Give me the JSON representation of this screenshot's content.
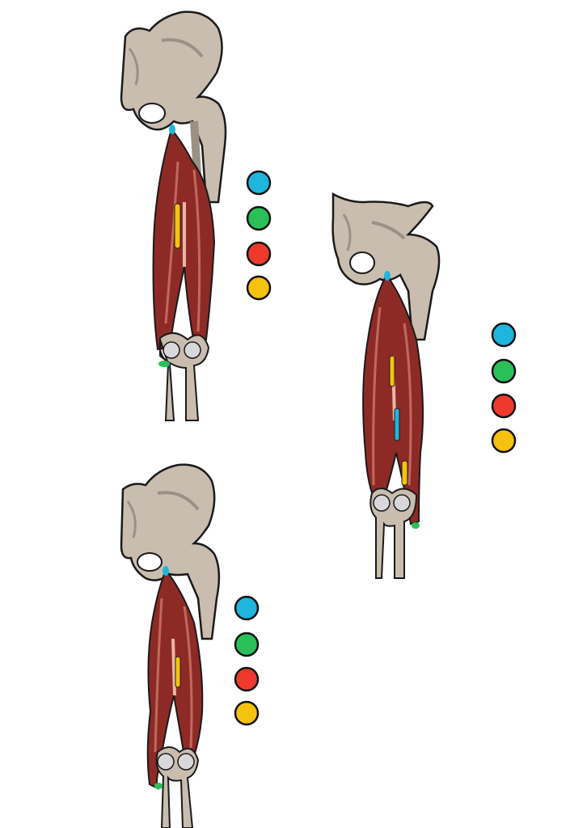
{
  "colors": {
    "bone": "#c9bdb0",
    "bone_shade": "#9c9085",
    "outline": "#1a1a1a",
    "muscle": "#8e2a26",
    "muscle_light": "#c06a5e",
    "tendon": "#e8b6a4",
    "cyan": "#1fb5dc",
    "green": "#2bbf5a",
    "red": "#ee3a2c",
    "yellow": "#f5c20f"
  },
  "legend_dots": [
    "cyan",
    "green",
    "red",
    "yellow"
  ],
  "figures": [
    {
      "name": "figure-1",
      "markers": [
        "cyan",
        "green",
        "yellow"
      ]
    },
    {
      "name": "figure-2",
      "markers": [
        "cyan",
        "green",
        "yellow"
      ]
    },
    {
      "name": "figure-3",
      "markers": [
        "cyan",
        "green",
        "yellow"
      ]
    }
  ]
}
